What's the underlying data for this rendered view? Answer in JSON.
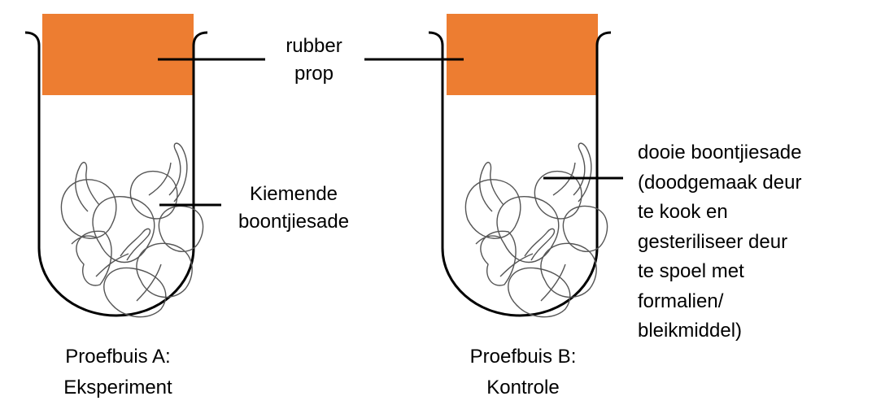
{
  "colors": {
    "stopper": "#ED7D31",
    "outline": "#000000",
    "seed_stroke": "#555555"
  },
  "labels": {
    "stopper_line1": "rubber",
    "stopper_line2": "prop",
    "germinating_line1": "Kiemende",
    "germinating_line2": "boontjiesade",
    "dead_line1": "dooie boontjiesade",
    "dead_line2": "(doodgemaak deur",
    "dead_line3": "te kook en",
    "dead_line4": "gesteriliseer deur",
    "dead_line5": "te spoel met",
    "dead_line6": "formalien/",
    "dead_line7": "bleikmiddel)"
  },
  "tubes": {
    "a_name": "Proefbuis A:",
    "a_role": "Eksperiment",
    "b_name": "Proefbuis B:",
    "b_role": "Kontrole"
  },
  "icons": [
    "test-tube-a",
    "test-tube-b",
    "bean-seeds-a",
    "bean-seeds-b",
    "rubber-stopper-a",
    "rubber-stopper-b"
  ]
}
